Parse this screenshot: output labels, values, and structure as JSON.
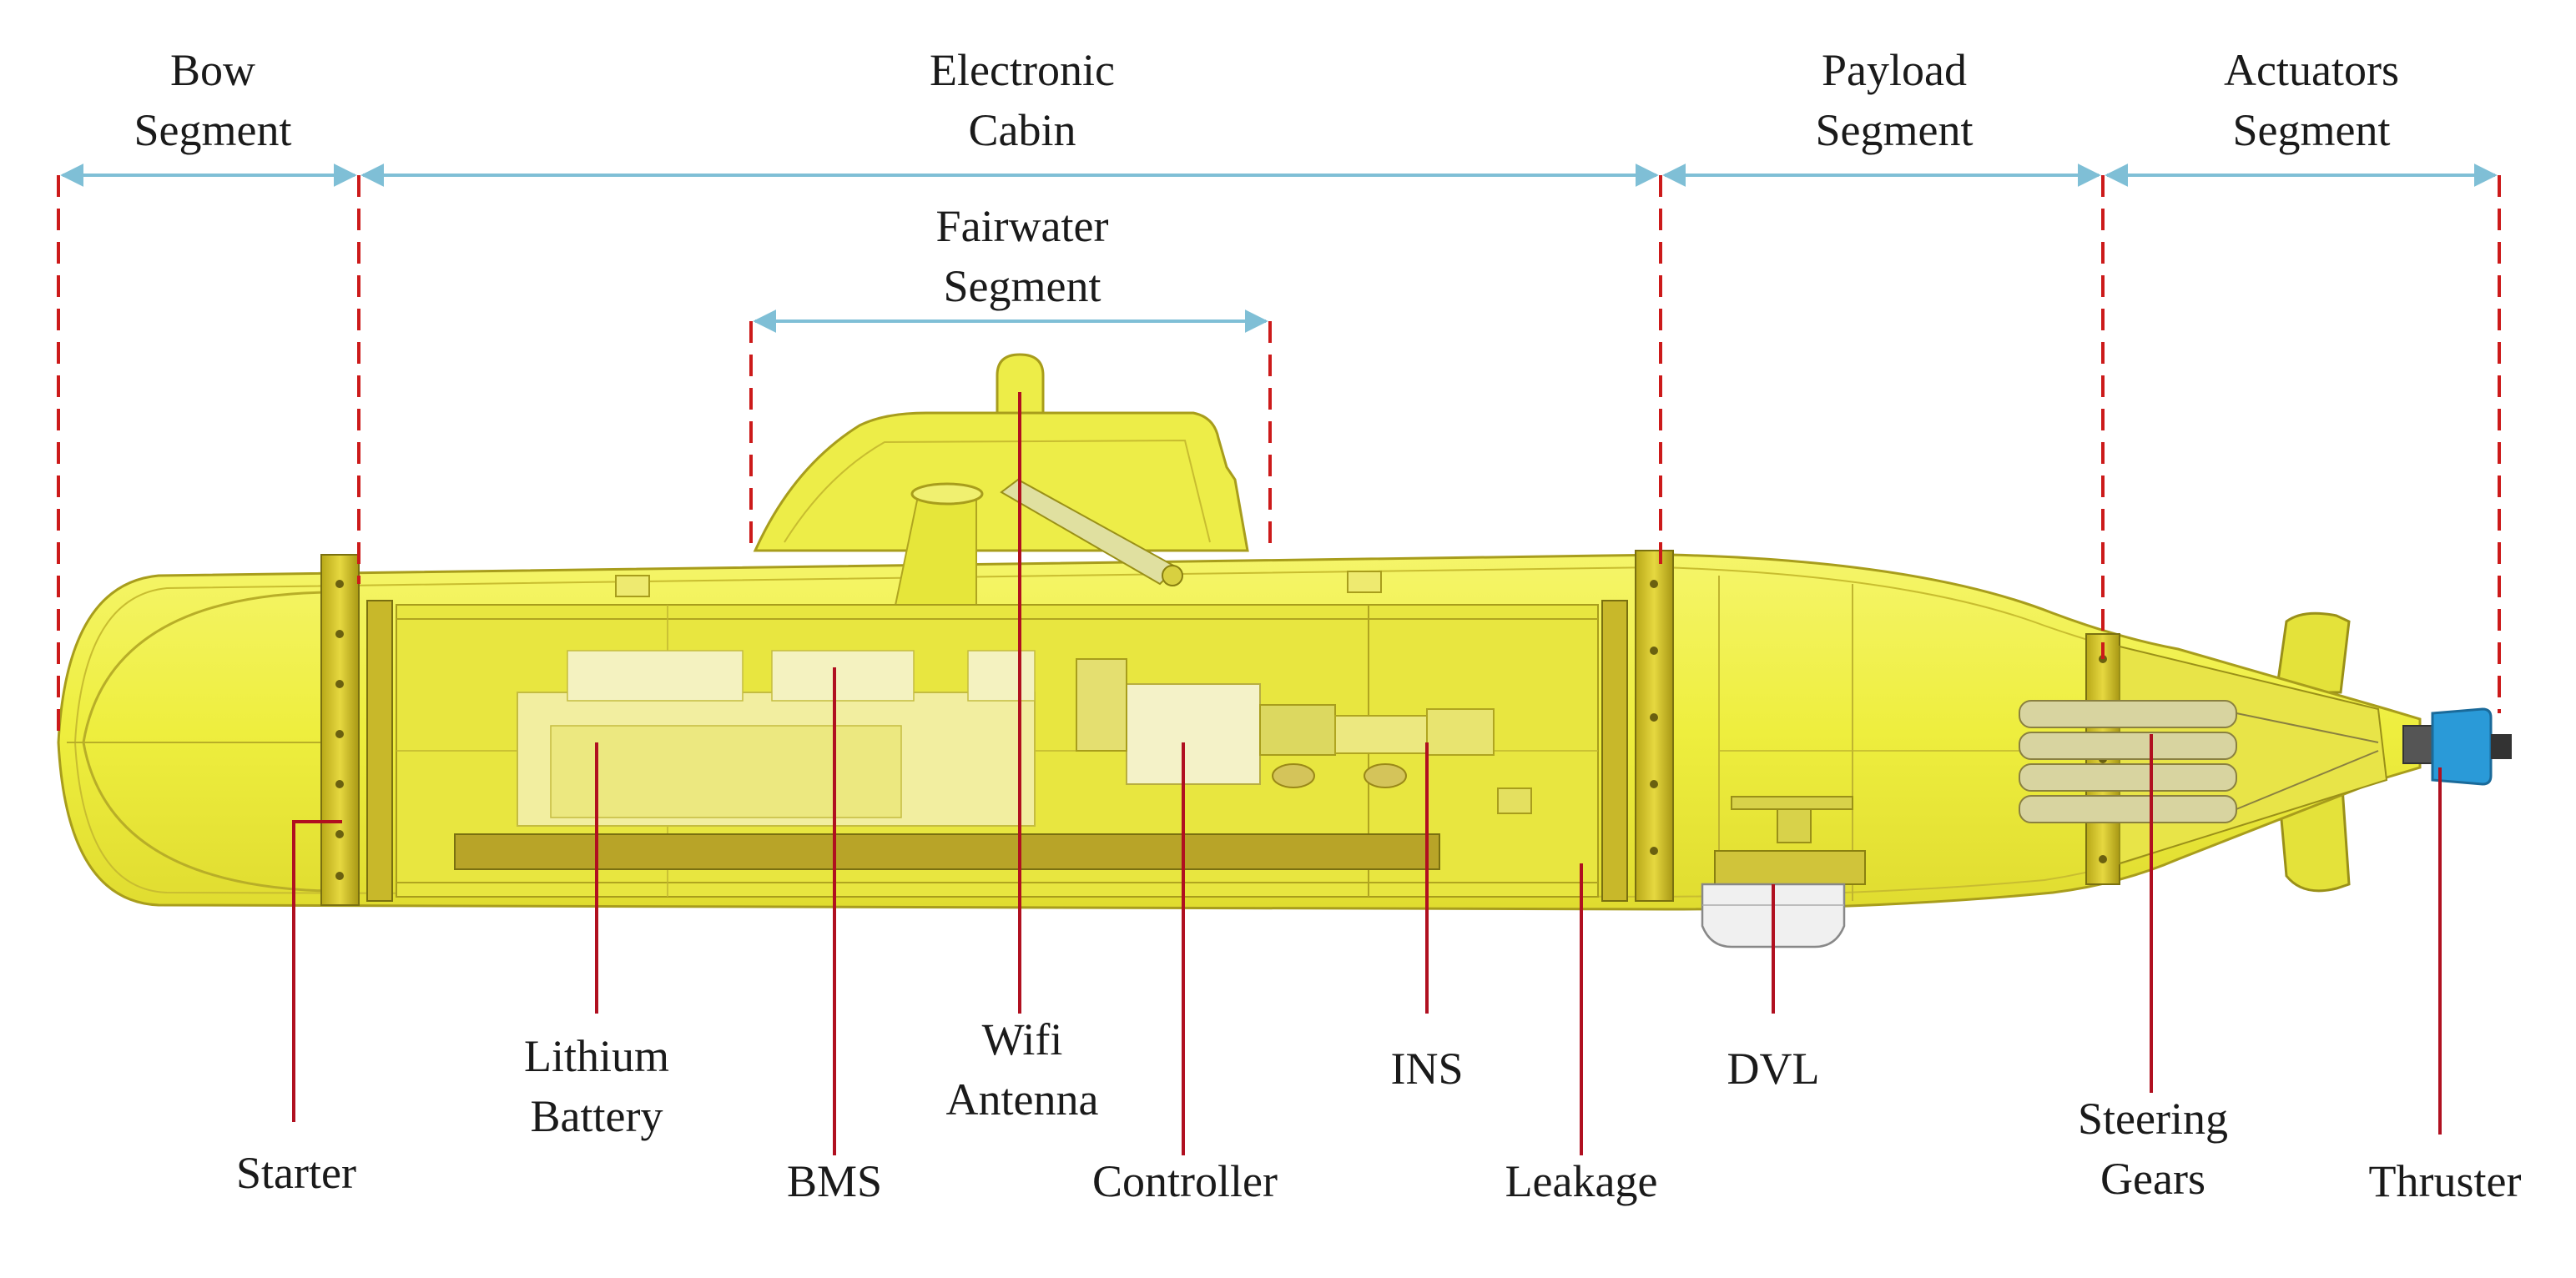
{
  "segments": {
    "bow": [
      "Bow",
      "Segment"
    ],
    "electronic": [
      "Electronic",
      "Cabin"
    ],
    "fairwater": [
      "Fairwater",
      "Segment"
    ],
    "payload": [
      "Payload",
      "Segment"
    ],
    "actuators": [
      "Actuators",
      "Segment"
    ]
  },
  "components": {
    "starter": "Starter",
    "lithium_battery": [
      "Lithium",
      "Battery"
    ],
    "bms": "BMS",
    "wifi_antenna": [
      "Wifi",
      "Antenna"
    ],
    "controller": "Controller",
    "ins": "INS",
    "leakage": "Leakage",
    "dvl": "DVL",
    "steering_gears": [
      "Steering",
      "Gears"
    ],
    "thruster": "Thruster"
  },
  "colors": {
    "hull_fill": "#ecec3c",
    "hull_stroke": "#a89d1c",
    "dimension_arrow": "#7fbfd6",
    "boundary_dash": "#cc1a1a",
    "leader_line": "#b01020",
    "thruster": "#2a9ad8"
  }
}
